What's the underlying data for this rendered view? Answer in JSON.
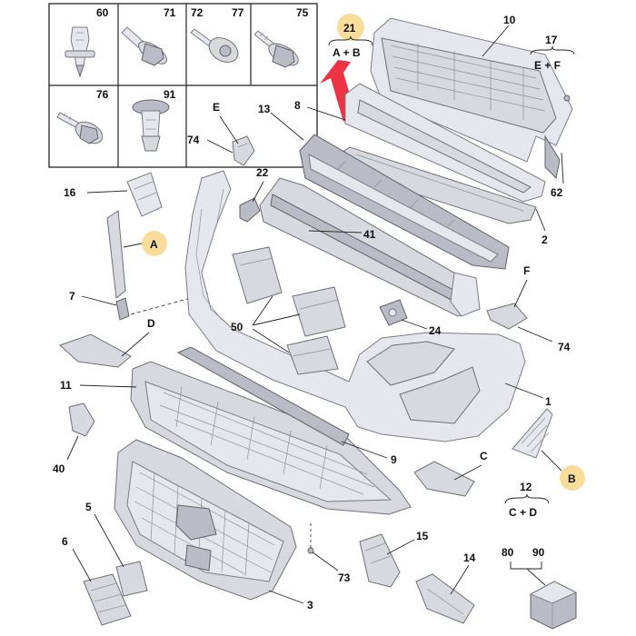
{
  "fastener_box": {
    "cells": [
      {
        "label": "60",
        "icon": "plastic-clip-icon"
      },
      {
        "label": "71",
        "icon": "flange-bolt-icon"
      },
      {
        "label": "72",
        "icon": "screw-washer-icon"
      },
      {
        "label": "77",
        "icon": "screw-washer-icon"
      },
      {
        "label": "75",
        "icon": "threaded-stud-icon"
      },
      {
        "label": "76",
        "icon": "flange-bolt-icon"
      },
      {
        "label": "91",
        "icon": "push-rivet-icon"
      }
    ]
  },
  "groups": {
    "g21": {
      "number": "21",
      "members": "A + B"
    },
    "g17": {
      "number": "17",
      "members": "E + F"
    },
    "g12": {
      "number": "12",
      "members": "C + D"
    },
    "g80": {
      "left": "80",
      "right": "90"
    }
  },
  "callouts": {
    "c10": "10",
    "c8": "8",
    "c13": "13",
    "c62": "62",
    "c2": "2",
    "c22": "22",
    "c41": "41",
    "c74a": "74",
    "cE": "E",
    "c16": "16",
    "cA": "A",
    "c7": "7",
    "cD": "D",
    "c50": "50",
    "c24": "24",
    "cF": "F",
    "c74b": "74",
    "c11": "11",
    "c1": "1",
    "c40": "40",
    "c9": "9",
    "cC": "C",
    "cB": "B",
    "c5": "5",
    "c6": "6",
    "c73": "73",
    "c15": "15",
    "c14": "14",
    "c3": "3"
  },
  "colors": {
    "part_fill": "#d7d9df",
    "part_stroke": "#6e7078",
    "badge": "#f8dc9a",
    "arrow": "#ee3344"
  }
}
